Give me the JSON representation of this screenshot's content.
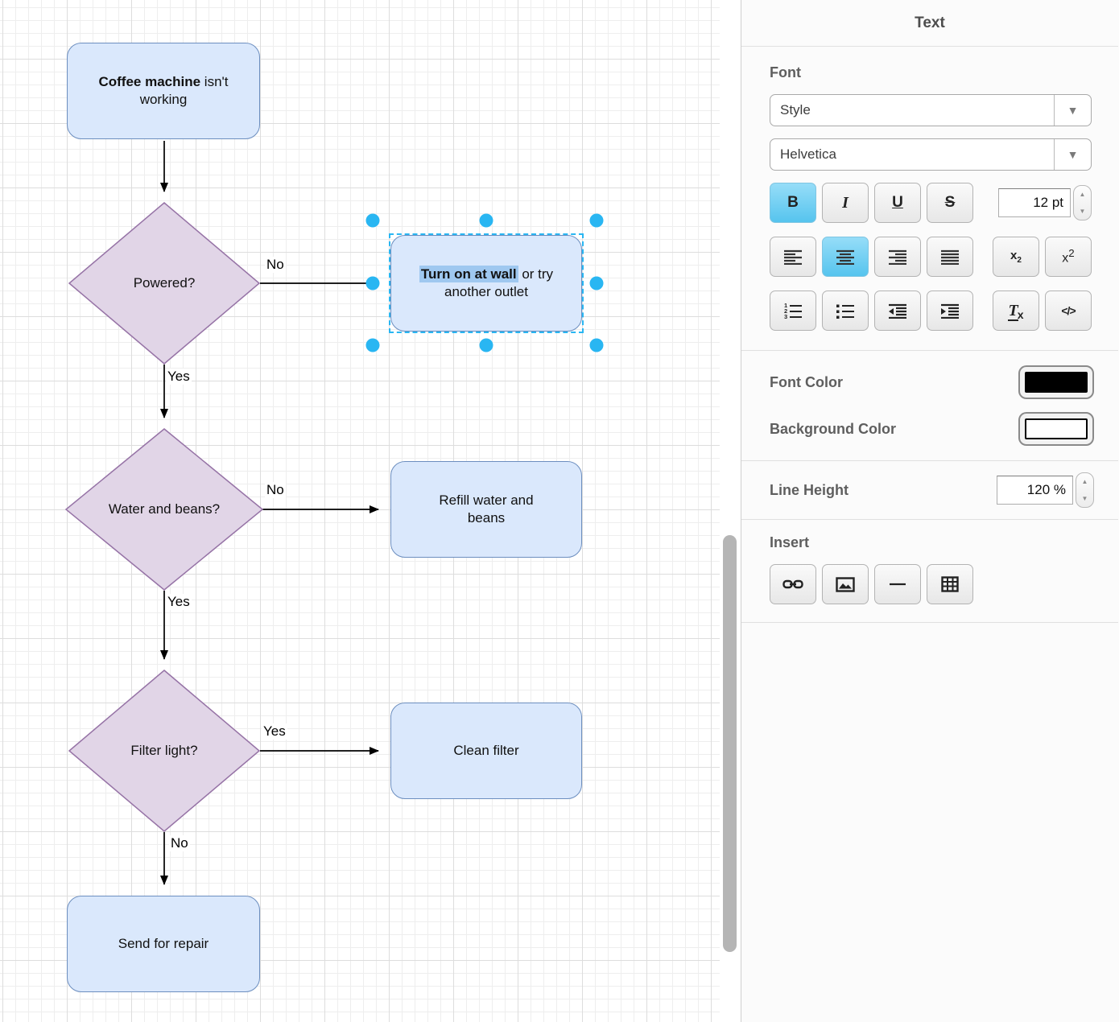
{
  "canvas": {
    "nodes": {
      "start": {
        "bold": "Coffee machine",
        "rest": " isn't",
        "line2": "working"
      },
      "powered": {
        "label": "Powered?"
      },
      "turn_on": {
        "bold": "Turn on at wall",
        "rest": " or try",
        "line2": "another outlet"
      },
      "water": {
        "label": "Water and beans?"
      },
      "refill": {
        "line1": "Refill water and",
        "line2": "beans"
      },
      "filter": {
        "label": "Filter light?"
      },
      "clean": {
        "label": "Clean filter"
      },
      "repair": {
        "label": "Send for repair"
      }
    },
    "edge_labels": {
      "powered_no": "No",
      "powered_yes": "Yes",
      "water_no": "No",
      "water_yes": "Yes",
      "filter_yes": "Yes",
      "filter_no": "No"
    },
    "colors": {
      "process_fill": "#dae8fc",
      "process_stroke": "#6c8ebf",
      "decision_fill": "#e1d5e7",
      "decision_stroke": "#9673a6",
      "selection": "#29b6f2",
      "text_highlight": "#9fc8f0"
    }
  },
  "panel": {
    "title": "Text",
    "font": {
      "section_label": "Font",
      "style_value": "Style",
      "family_value": "Helvetica",
      "size_value": "12 pt",
      "bold": "B",
      "italic": "I",
      "underline": "U",
      "strikethrough": "S"
    },
    "scripts": {
      "sub_base": "x",
      "sub_mark": "2",
      "sup_base": "x",
      "sup_mark": "2"
    },
    "ol_digits": [
      "1",
      "2",
      "3"
    ],
    "clear_format": {
      "t": "T",
      "x": "x"
    },
    "code_label": "</>",
    "colors_section": {
      "font_color_label": "Font Color",
      "background_color_label": "Background Color",
      "font_color": "#000000",
      "background_color": "#ffffff"
    },
    "line_height": {
      "label": "Line Height",
      "value": "120 %"
    },
    "insert": {
      "label": "Insert",
      "hr_glyph": "—"
    }
  }
}
